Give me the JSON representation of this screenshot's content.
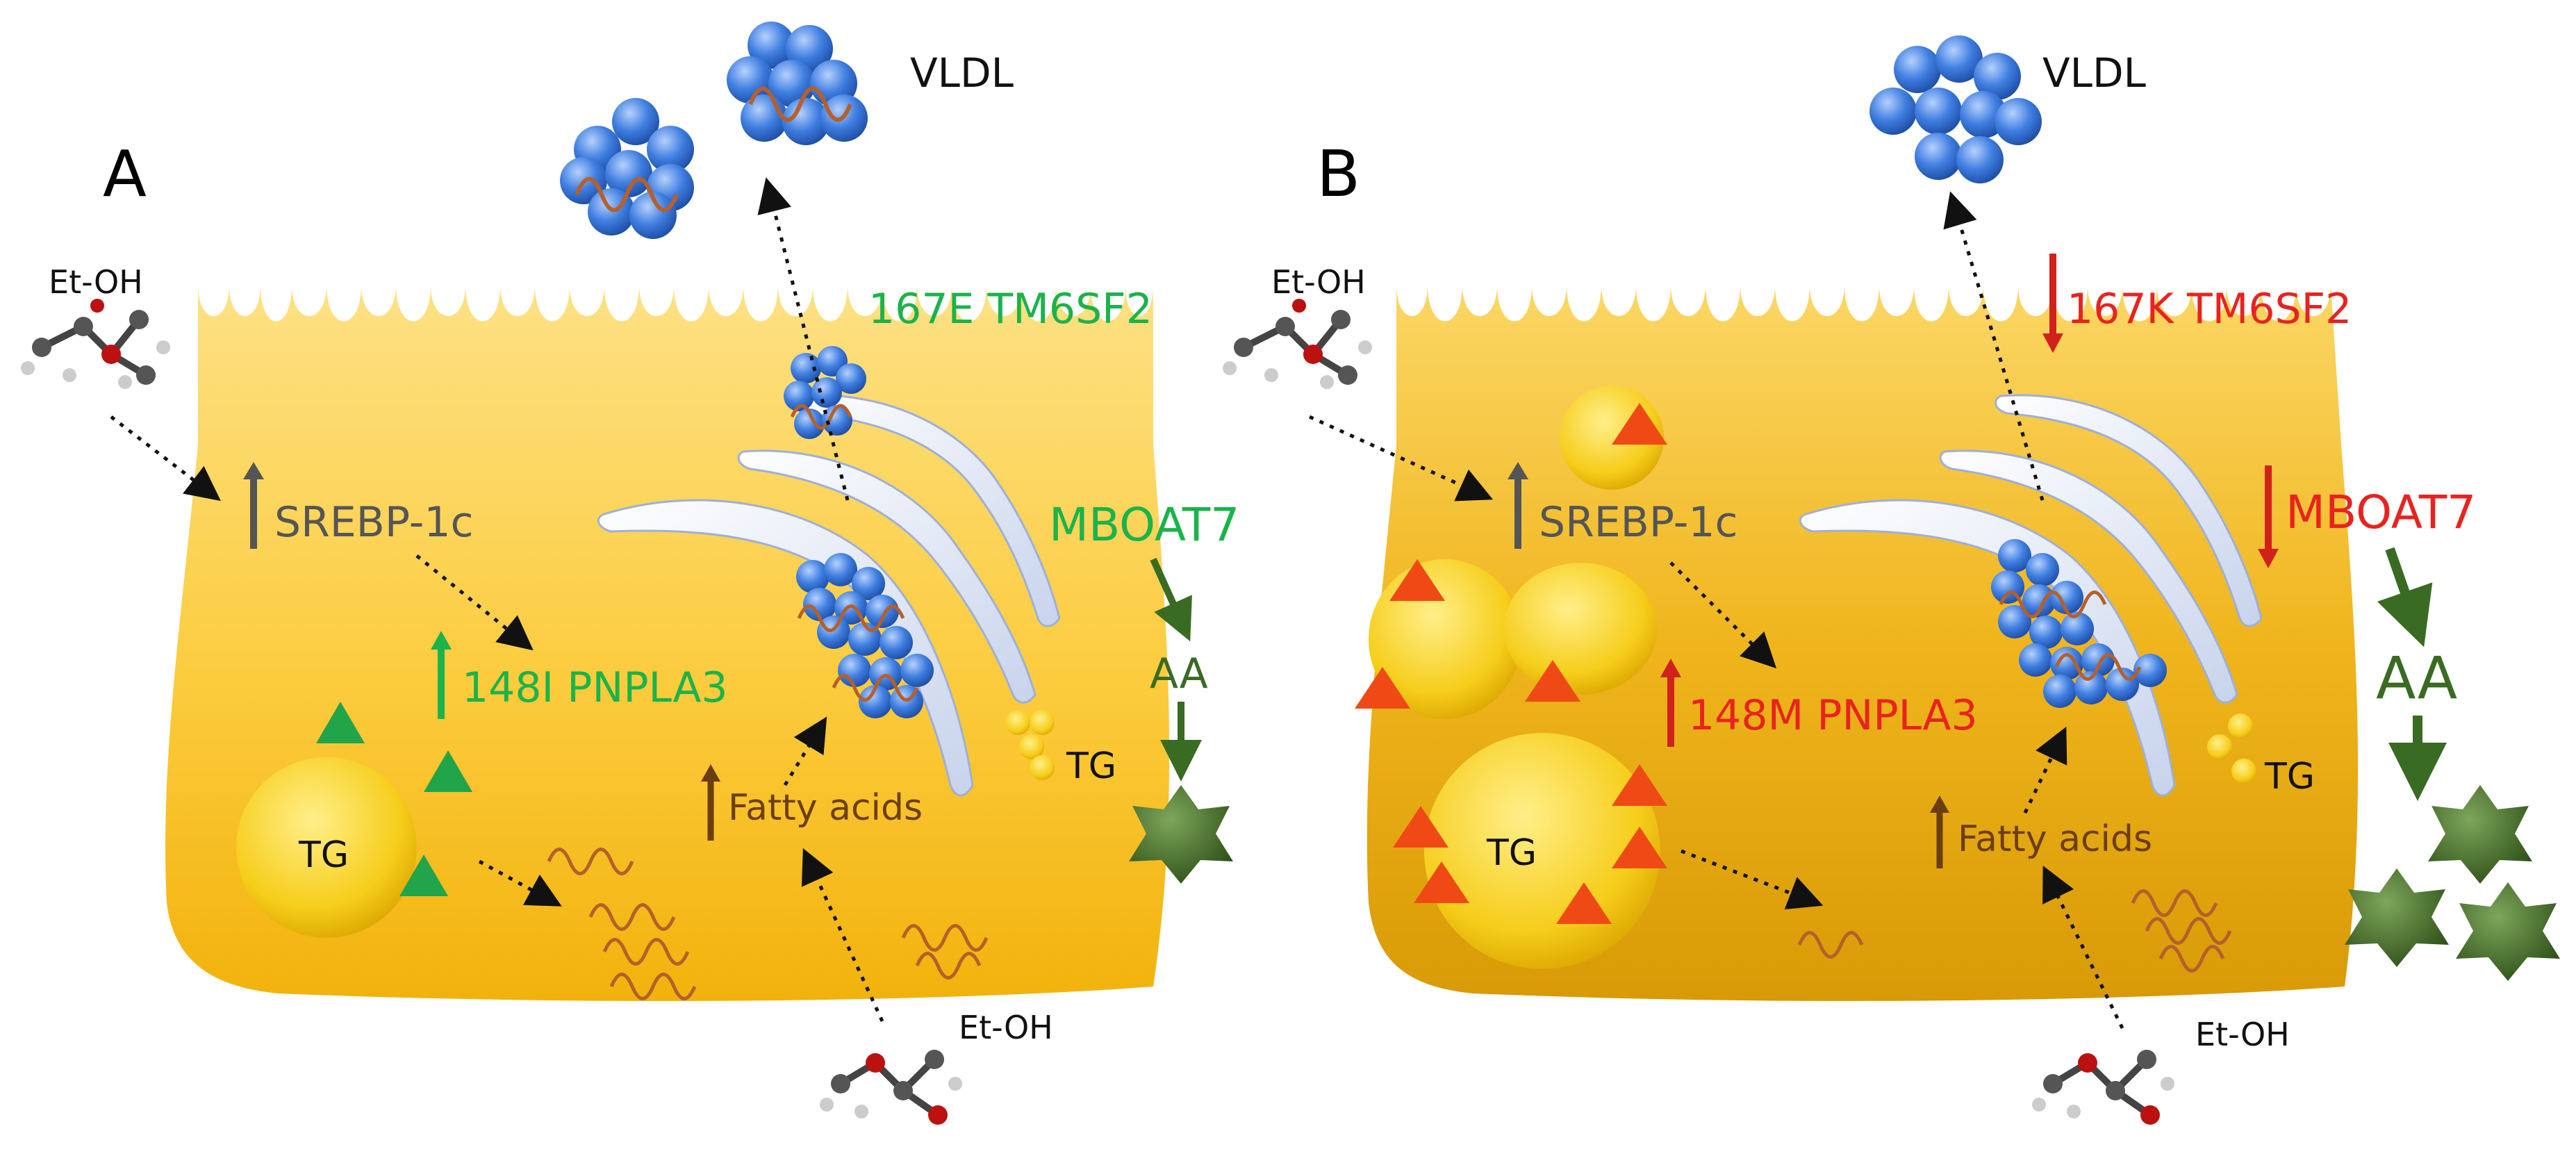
{
  "panel_a": {
    "letter": "A",
    "vldl_label": "VLDL",
    "ethanol_top": "Et-OH",
    "ethanol_bottom": "Et-OH",
    "srebp_label": "SREBP-1c",
    "pnpla3_label": "148I PNPLA3",
    "tm6sf2_label": "167E TM6SF2",
    "mboat7_label": "MBOAT7",
    "aa_label": "AA",
    "fatty_acids_label": "Fatty acids",
    "tg_droplet_label": "TG",
    "tg_small_label": "TG",
    "variant_color": "#1bb34a"
  },
  "panel_b": {
    "letter": "B",
    "vldl_label": "VLDL",
    "ethanol_top": "Et-OH",
    "ethanol_bottom": "Et-OH",
    "srebp_label": "SREBP-1c",
    "pnpla3_label": "148M PNPLA3",
    "tm6sf2_label": "167K TM6SF2",
    "mboat7_label": "MBOAT7",
    "aa_label": "AA",
    "fatty_acids_label": "Fatty acids",
    "tg_droplet_label": "TG",
    "tg_small_label": "TG",
    "variant_color": "#e8231f"
  },
  "colors": {
    "cell_light": "#fdd867",
    "cell_dark": "#eaa400",
    "neutral_text": "#555555",
    "fatty_acid_text": "#6b3e10",
    "aa_green": "#3a6b23",
    "lipoprotein_blue": "#3d78d8",
    "apob_strand": "#b5602a"
  }
}
